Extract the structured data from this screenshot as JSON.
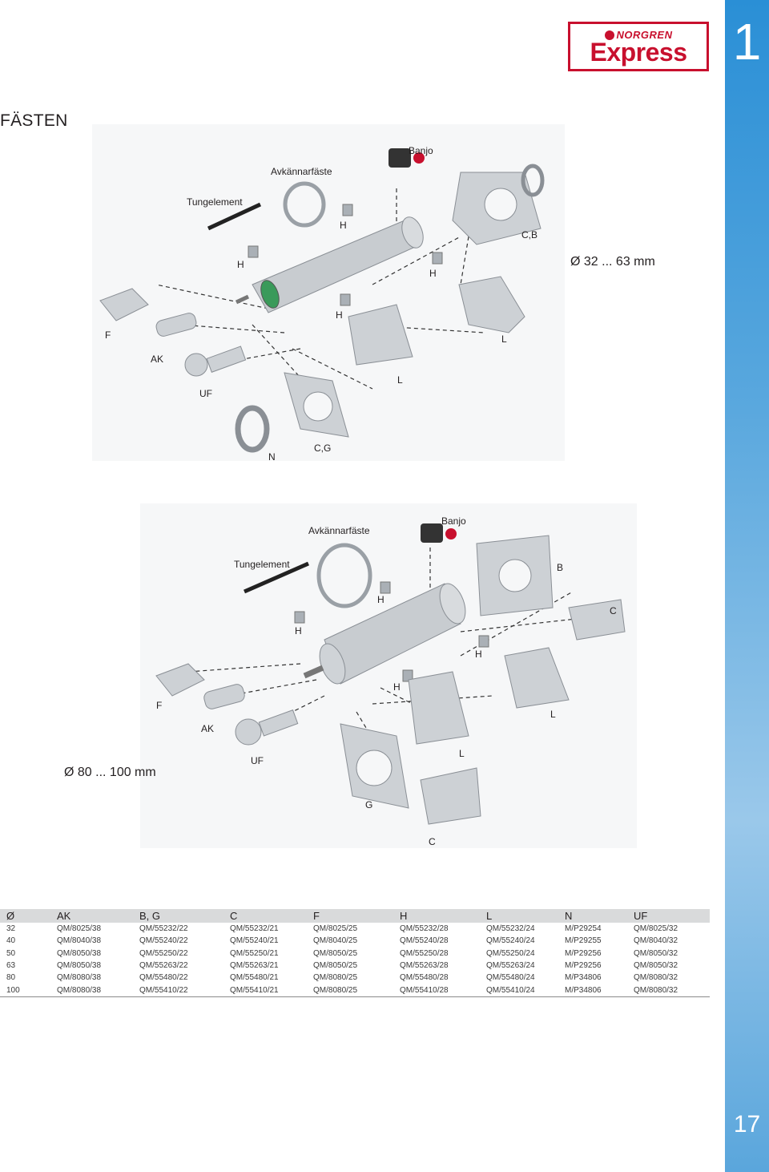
{
  "chapter": "1",
  "page_number": "17",
  "logo": {
    "brand": "NORGREN",
    "name": "Express"
  },
  "title": "FÄSTEN",
  "diagram_small": {
    "size_label": "Ø 32 ... 63 mm",
    "labels": {
      "banjo": "Banjo",
      "sensor": "Avkännarfäste",
      "tongue": "Tungelement",
      "h1": "H",
      "h2": "H",
      "h3": "H",
      "h4": "H",
      "cb": "C,B",
      "f": "F",
      "ak": "AK",
      "uf": "UF",
      "l1": "L",
      "l2": "L",
      "n": "N",
      "cg": "C,G"
    }
  },
  "diagram_large": {
    "size_label": "Ø 80 ... 100 mm",
    "labels": {
      "banjo": "Banjo",
      "sensor": "Avkännarfäste",
      "tongue": "Tungelement",
      "b": "B",
      "c1": "C",
      "h1": "H",
      "h2": "H",
      "h3": "H",
      "h4": "H",
      "f": "F",
      "ak": "AK",
      "uf": "UF",
      "l1": "L",
      "l2": "L",
      "g": "G",
      "c2": "C"
    }
  },
  "table": {
    "headers": [
      "Ø",
      "AK",
      "B, G",
      "C",
      "F",
      "H",
      "L",
      "N",
      "UF"
    ],
    "rows": [
      [
        "32",
        "QM/8025/38",
        "QM/55232/22",
        "QM/55232/21",
        "QM/8025/25",
        "QM/55232/28",
        "QM/55232/24",
        "M/P29254",
        "QM/8025/32"
      ],
      [
        "40",
        "QM/8040/38",
        "QM/55240/22",
        "QM/55240/21",
        "QM/8040/25",
        "QM/55240/28",
        "QM/55240/24",
        "M/P29255",
        "QM/8040/32"
      ],
      [
        "50",
        "QM/8050/38",
        "QM/55250/22",
        "QM/55250/21",
        "QM/8050/25",
        "QM/55250/28",
        "QM/55250/24",
        "M/P29256",
        "QM/8050/32"
      ],
      [
        "63",
        "QM/8050/38",
        "QM/55263/22",
        "QM/55263/21",
        "QM/8050/25",
        "QM/55263/28",
        "QM/55263/24",
        "M/P29256",
        "QM/8050/32"
      ],
      [
        "80",
        "QM/8080/38",
        "QM/55480/22",
        "QM/55480/21",
        "QM/8080/25",
        "QM/55480/28",
        "QM/55480/24",
        "M/P34806",
        "QM/8080/32"
      ],
      [
        "100",
        "QM/8080/38",
        "QM/55410/22",
        "QM/55410/21",
        "QM/8080/25",
        "QM/55410/28",
        "QM/55410/24",
        "M/P34806",
        "QM/8080/32"
      ]
    ]
  }
}
